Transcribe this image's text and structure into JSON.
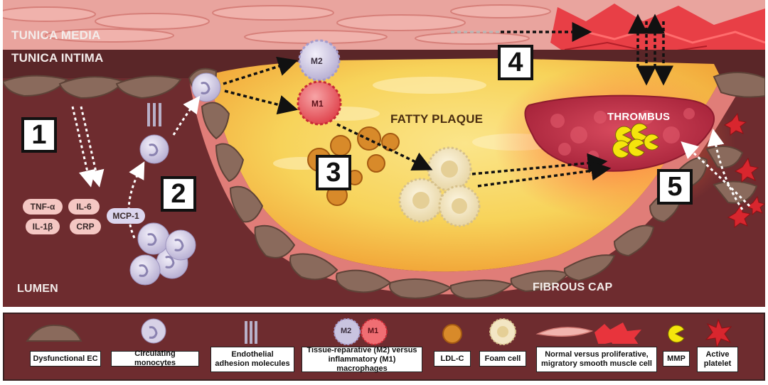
{
  "labels": {
    "tunica_media": "TUNICA MEDIA",
    "tunica_intima": "TUNICA INTIMA",
    "lumen": "LUMEN",
    "fatty_plaque": "FATTY PLAQUE",
    "thrombus": "THROMBUS",
    "fibrous_cap": "FIBROUS CAP"
  },
  "steps": [
    "1",
    "2",
    "3",
    "4",
    "5"
  ],
  "cytokines": [
    "TNF-α",
    "IL-6",
    "IL-1β",
    "CRP"
  ],
  "chemokine": "MCP-1",
  "macrophages": {
    "m2": "M2",
    "m1": "M1"
  },
  "legend": {
    "dysfunctional_ec": "Dysfunctional EC",
    "circulating_monocytes": "Circulating monocytes",
    "adhesion_molecules": "Endothelial adhesion molecules",
    "macrophages": "Tissue-reparative (M2) versus inflammatory (M1) macrophages",
    "ldl": "LDL-C",
    "foam_cell": "Foam cell",
    "smooth_muscle": "Normal versus proliferative, migratory smooth muscle cell",
    "mmp": "MMP",
    "active_platelet": "Active platelet",
    "m2_icon": "M2",
    "m1_icon": "M1"
  },
  "colors": {
    "lumen": "#6e2c2f",
    "media": "#e9a49e",
    "plaque_core": "#f7d35a",
    "plaque_glow": "#f39a2c",
    "thrombus": "#c9354a",
    "platelet": "#d8262e",
    "mmp": "#f5e50c",
    "endothelial": "#8a6a5c",
    "monocyte": "#d7d1e6",
    "foam": "#f3e6c4",
    "ldl": "#d88a2a",
    "m1": "#f06e73",
    "m2": "#c9c4e0"
  }
}
